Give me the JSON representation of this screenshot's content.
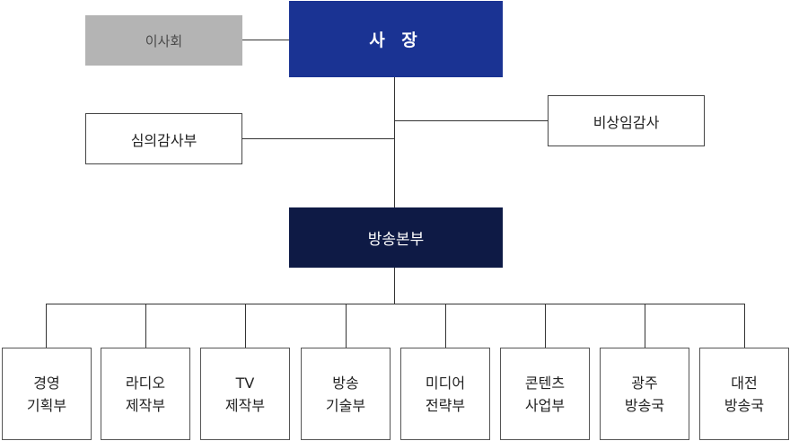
{
  "org": {
    "ceo": "사 장",
    "board": "이사회",
    "audit_dept": "심의감사부",
    "auditor": "비상임감사",
    "hq": "방송본부",
    "departments": [
      {
        "line1": "경영",
        "line2": "기획부"
      },
      {
        "line1": "라디오",
        "line2": "제작부"
      },
      {
        "line1": "TV",
        "line2": "제작부"
      },
      {
        "line1": "방송",
        "line2": "기술부"
      },
      {
        "line1": "미디어",
        "line2": "전략부"
      },
      {
        "line1": "콘텐츠",
        "line2": "사업부"
      },
      {
        "line1": "광주",
        "line2": "방송국"
      },
      {
        "line1": "대전",
        "line2": "방송국"
      }
    ]
  }
}
